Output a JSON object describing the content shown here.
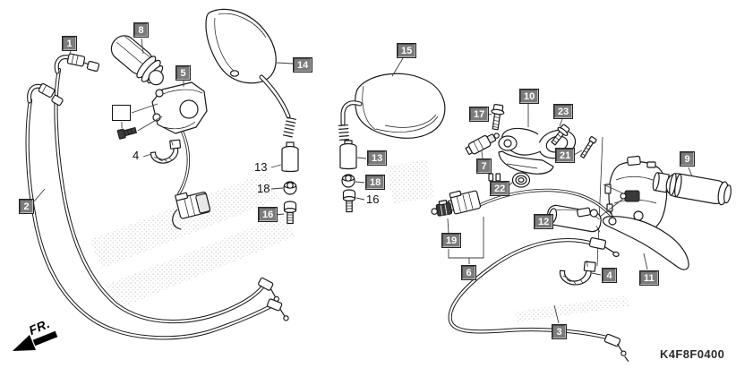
{
  "meta": {
    "diagram_code": "K4F8F0400",
    "fr_label": "FR.",
    "background_color": "#ffffff",
    "line_color": "#1a1a1a",
    "callout_box_color": "#7c7c7c",
    "callout_text_color": "#ffffff"
  },
  "callouts": {
    "n1": "1",
    "n2": "2",
    "n3_right": "3",
    "n4_left": "4",
    "n4_right": "4",
    "n5": "5",
    "n6": "6",
    "n7": "7",
    "n8": "8",
    "n9": "9",
    "n10": "10",
    "n11": "11",
    "n12": "12",
    "n13_left": "13",
    "n13_right": "13",
    "n14": "14",
    "n15": "15",
    "n16_left": "16",
    "n16_right": "16",
    "n17": "17",
    "n18_left": "18",
    "n18_right": "18",
    "n19": "19",
    "n21": "21",
    "n22": "22",
    "n23": "23"
  }
}
